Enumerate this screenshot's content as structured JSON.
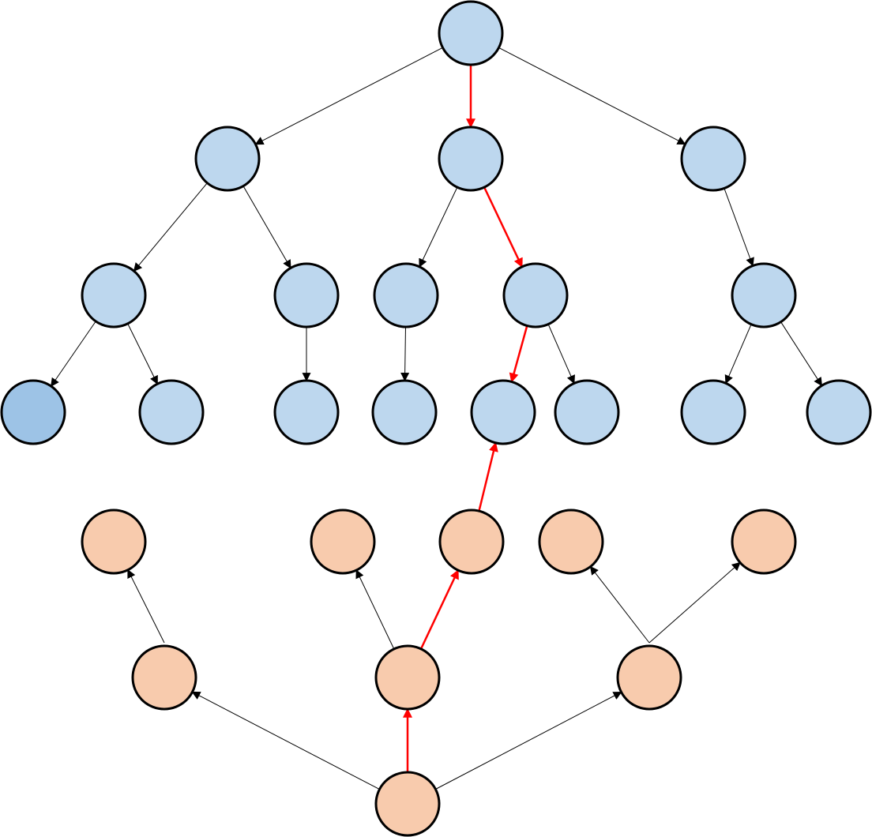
{
  "colors": {
    "forward_node": "#bdd7ee",
    "forward_node_start": "#9dc3e6",
    "backward_node": "#f8cbad",
    "edge_normal": "#000000",
    "edge_path": "#ff0000",
    "node_stroke": "#000000"
  },
  "forward_tree": {
    "nodes": [
      {
        "id": "f0",
        "level": 0
      },
      {
        "id": "f1",
        "level": 1
      },
      {
        "id": "f2",
        "level": 1
      },
      {
        "id": "f3",
        "level": 1
      },
      {
        "id": "f4",
        "level": 2
      },
      {
        "id": "f5",
        "level": 2
      },
      {
        "id": "f6",
        "level": 2
      },
      {
        "id": "f7",
        "level": 2
      },
      {
        "id": "f8",
        "level": 2
      },
      {
        "id": "f9",
        "level": 3,
        "variant": "start"
      },
      {
        "id": "f10",
        "level": 3
      },
      {
        "id": "f11",
        "level": 3
      },
      {
        "id": "f12",
        "level": 3
      },
      {
        "id": "f13",
        "level": 3
      },
      {
        "id": "f14",
        "level": 3
      },
      {
        "id": "f15",
        "level": 3
      },
      {
        "id": "f16",
        "level": 3
      }
    ],
    "edges": [
      {
        "from": "f0",
        "to": "f1",
        "highlight": false
      },
      {
        "from": "f0",
        "to": "f2",
        "highlight": true
      },
      {
        "from": "f0",
        "to": "f3",
        "highlight": false
      },
      {
        "from": "f1",
        "to": "f4",
        "highlight": false
      },
      {
        "from": "f1",
        "to": "f5",
        "highlight": false
      },
      {
        "from": "f2",
        "to": "f6",
        "highlight": false
      },
      {
        "from": "f2",
        "to": "f7",
        "highlight": true
      },
      {
        "from": "f3",
        "to": "f8",
        "highlight": false
      },
      {
        "from": "f4",
        "to": "f9",
        "highlight": false
      },
      {
        "from": "f4",
        "to": "f10",
        "highlight": false
      },
      {
        "from": "f5",
        "to": "f11",
        "highlight": false
      },
      {
        "from": "f6",
        "to": "f12",
        "highlight": false
      },
      {
        "from": "f7",
        "to": "f13",
        "highlight": true
      },
      {
        "from": "f7",
        "to": "f14",
        "highlight": false
      },
      {
        "from": "f8",
        "to": "f15",
        "highlight": false
      },
      {
        "from": "f8",
        "to": "f16",
        "highlight": false
      }
    ]
  },
  "backward_tree": {
    "nodes": [
      {
        "id": "b0",
        "level": 0
      },
      {
        "id": "b1",
        "level": 1
      },
      {
        "id": "b2",
        "level": 1
      },
      {
        "id": "b3",
        "level": 1
      },
      {
        "id": "b4",
        "level": 2
      },
      {
        "id": "b5",
        "level": 2
      },
      {
        "id": "b6",
        "level": 2
      },
      {
        "id": "b7",
        "level": 2
      },
      {
        "id": "b8",
        "level": 2
      }
    ],
    "edges": [
      {
        "from": "b0",
        "to": "b1",
        "highlight": false
      },
      {
        "from": "b0",
        "to": "b2",
        "highlight": true
      },
      {
        "from": "b0",
        "to": "b3",
        "highlight": false
      },
      {
        "from": "b1",
        "to": "b4",
        "highlight": false
      },
      {
        "from": "b2",
        "to": "b5",
        "highlight": false
      },
      {
        "from": "b2",
        "to": "b6",
        "highlight": true
      },
      {
        "from": "b3",
        "to": "b7",
        "highlight": false
      },
      {
        "from": "b3",
        "to": "b8",
        "highlight": false
      }
    ]
  },
  "bridge_edges": [
    {
      "from": "b6",
      "to": "f13",
      "highlight": true
    }
  ]
}
